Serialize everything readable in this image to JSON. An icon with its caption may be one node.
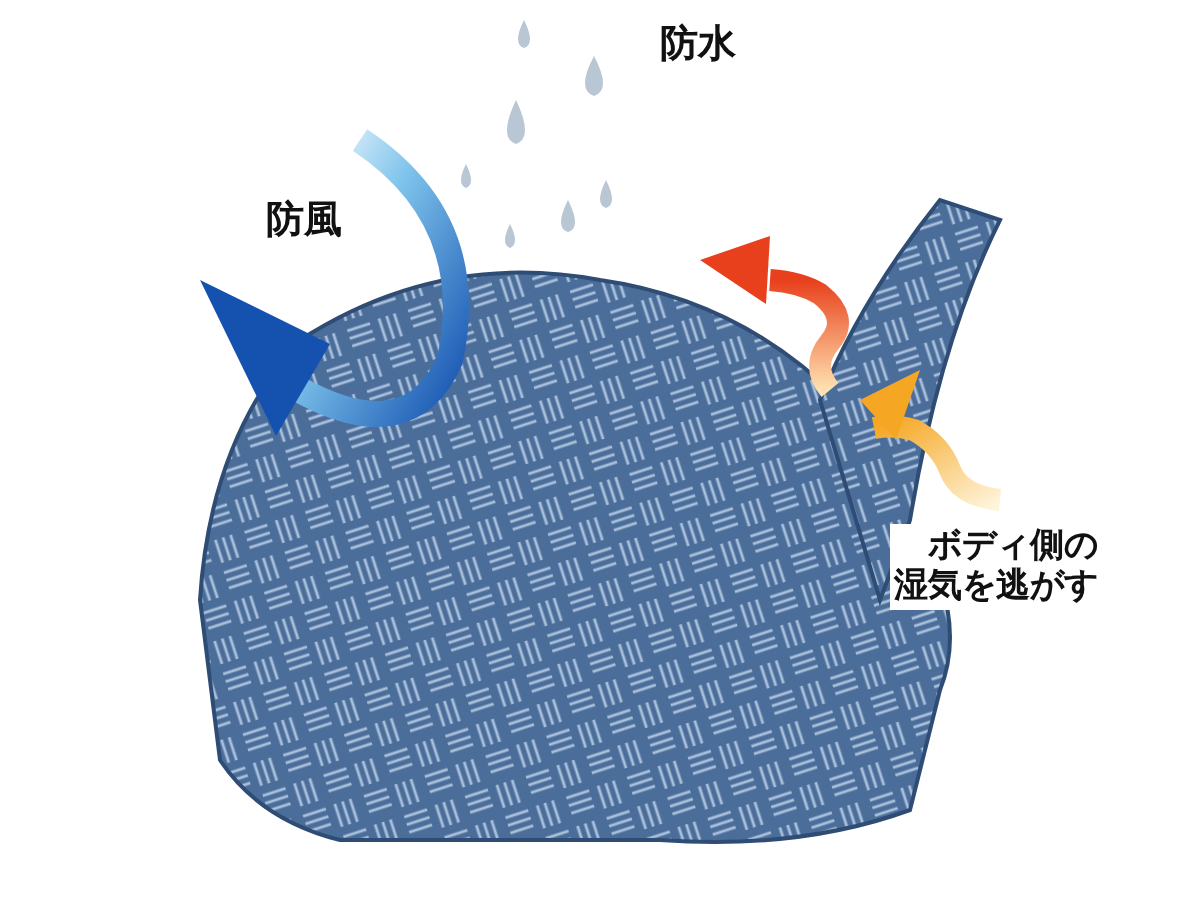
{
  "diagram": {
    "labels": [
      "防水",
      "防風",
      "ボディ側の湿気を逃がす"
    ]
  }
}
